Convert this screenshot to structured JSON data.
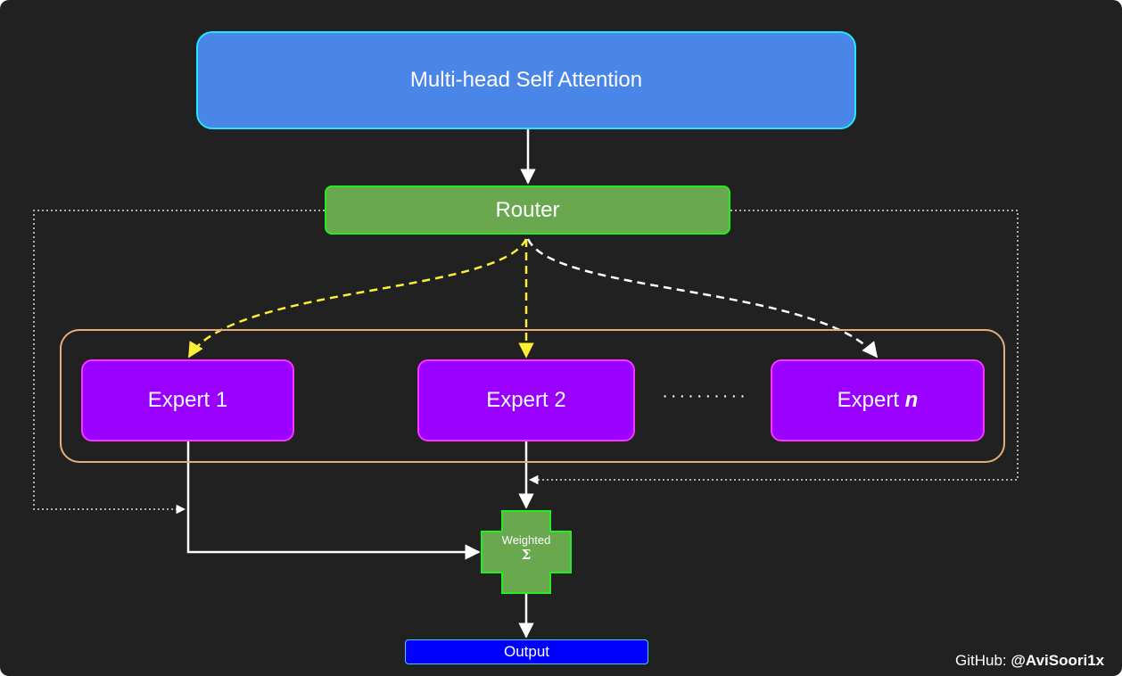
{
  "nodes": {
    "attention": "Multi-head Self Attention",
    "router": "Router",
    "experts": [
      {
        "label": "Expert 1"
      },
      {
        "label": "Expert 2"
      },
      {
        "label": "Expert ",
        "suffix": "n"
      }
    ],
    "ellipsis": "··········",
    "weighted_sum": {
      "label": "Weighted",
      "symbol": "Σ"
    },
    "output": "Output"
  },
  "credit": {
    "prefix": "GitHub: ",
    "handle": "@AviSoori1x"
  },
  "colors": {
    "background": "#212121",
    "attention_fill": "#4a86e8",
    "router_fill": "#6aa84f",
    "expert_fill": "#9900ff",
    "output_fill": "#0000ff",
    "selected_route": "#ffee33",
    "unselected_route": "#ffffff",
    "group_border": "#e5ad77"
  }
}
